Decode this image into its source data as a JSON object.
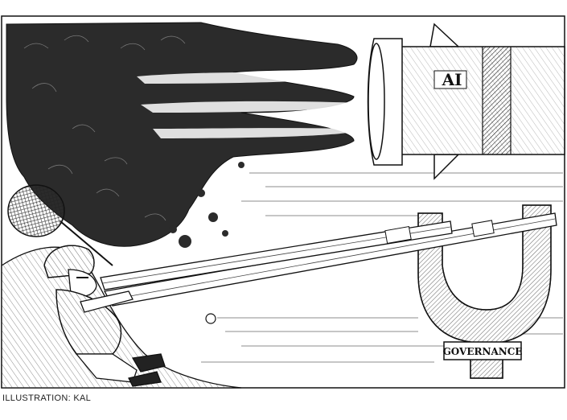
{
  "cartoon": {
    "rocket_label": "AI",
    "sign_label": "GOVERNANCE"
  },
  "credit": "ILLUSTRATION: KAL",
  "colors": {
    "ink": "#111111",
    "paper": "#ffffff",
    "smoke": "#2b2b2b"
  }
}
